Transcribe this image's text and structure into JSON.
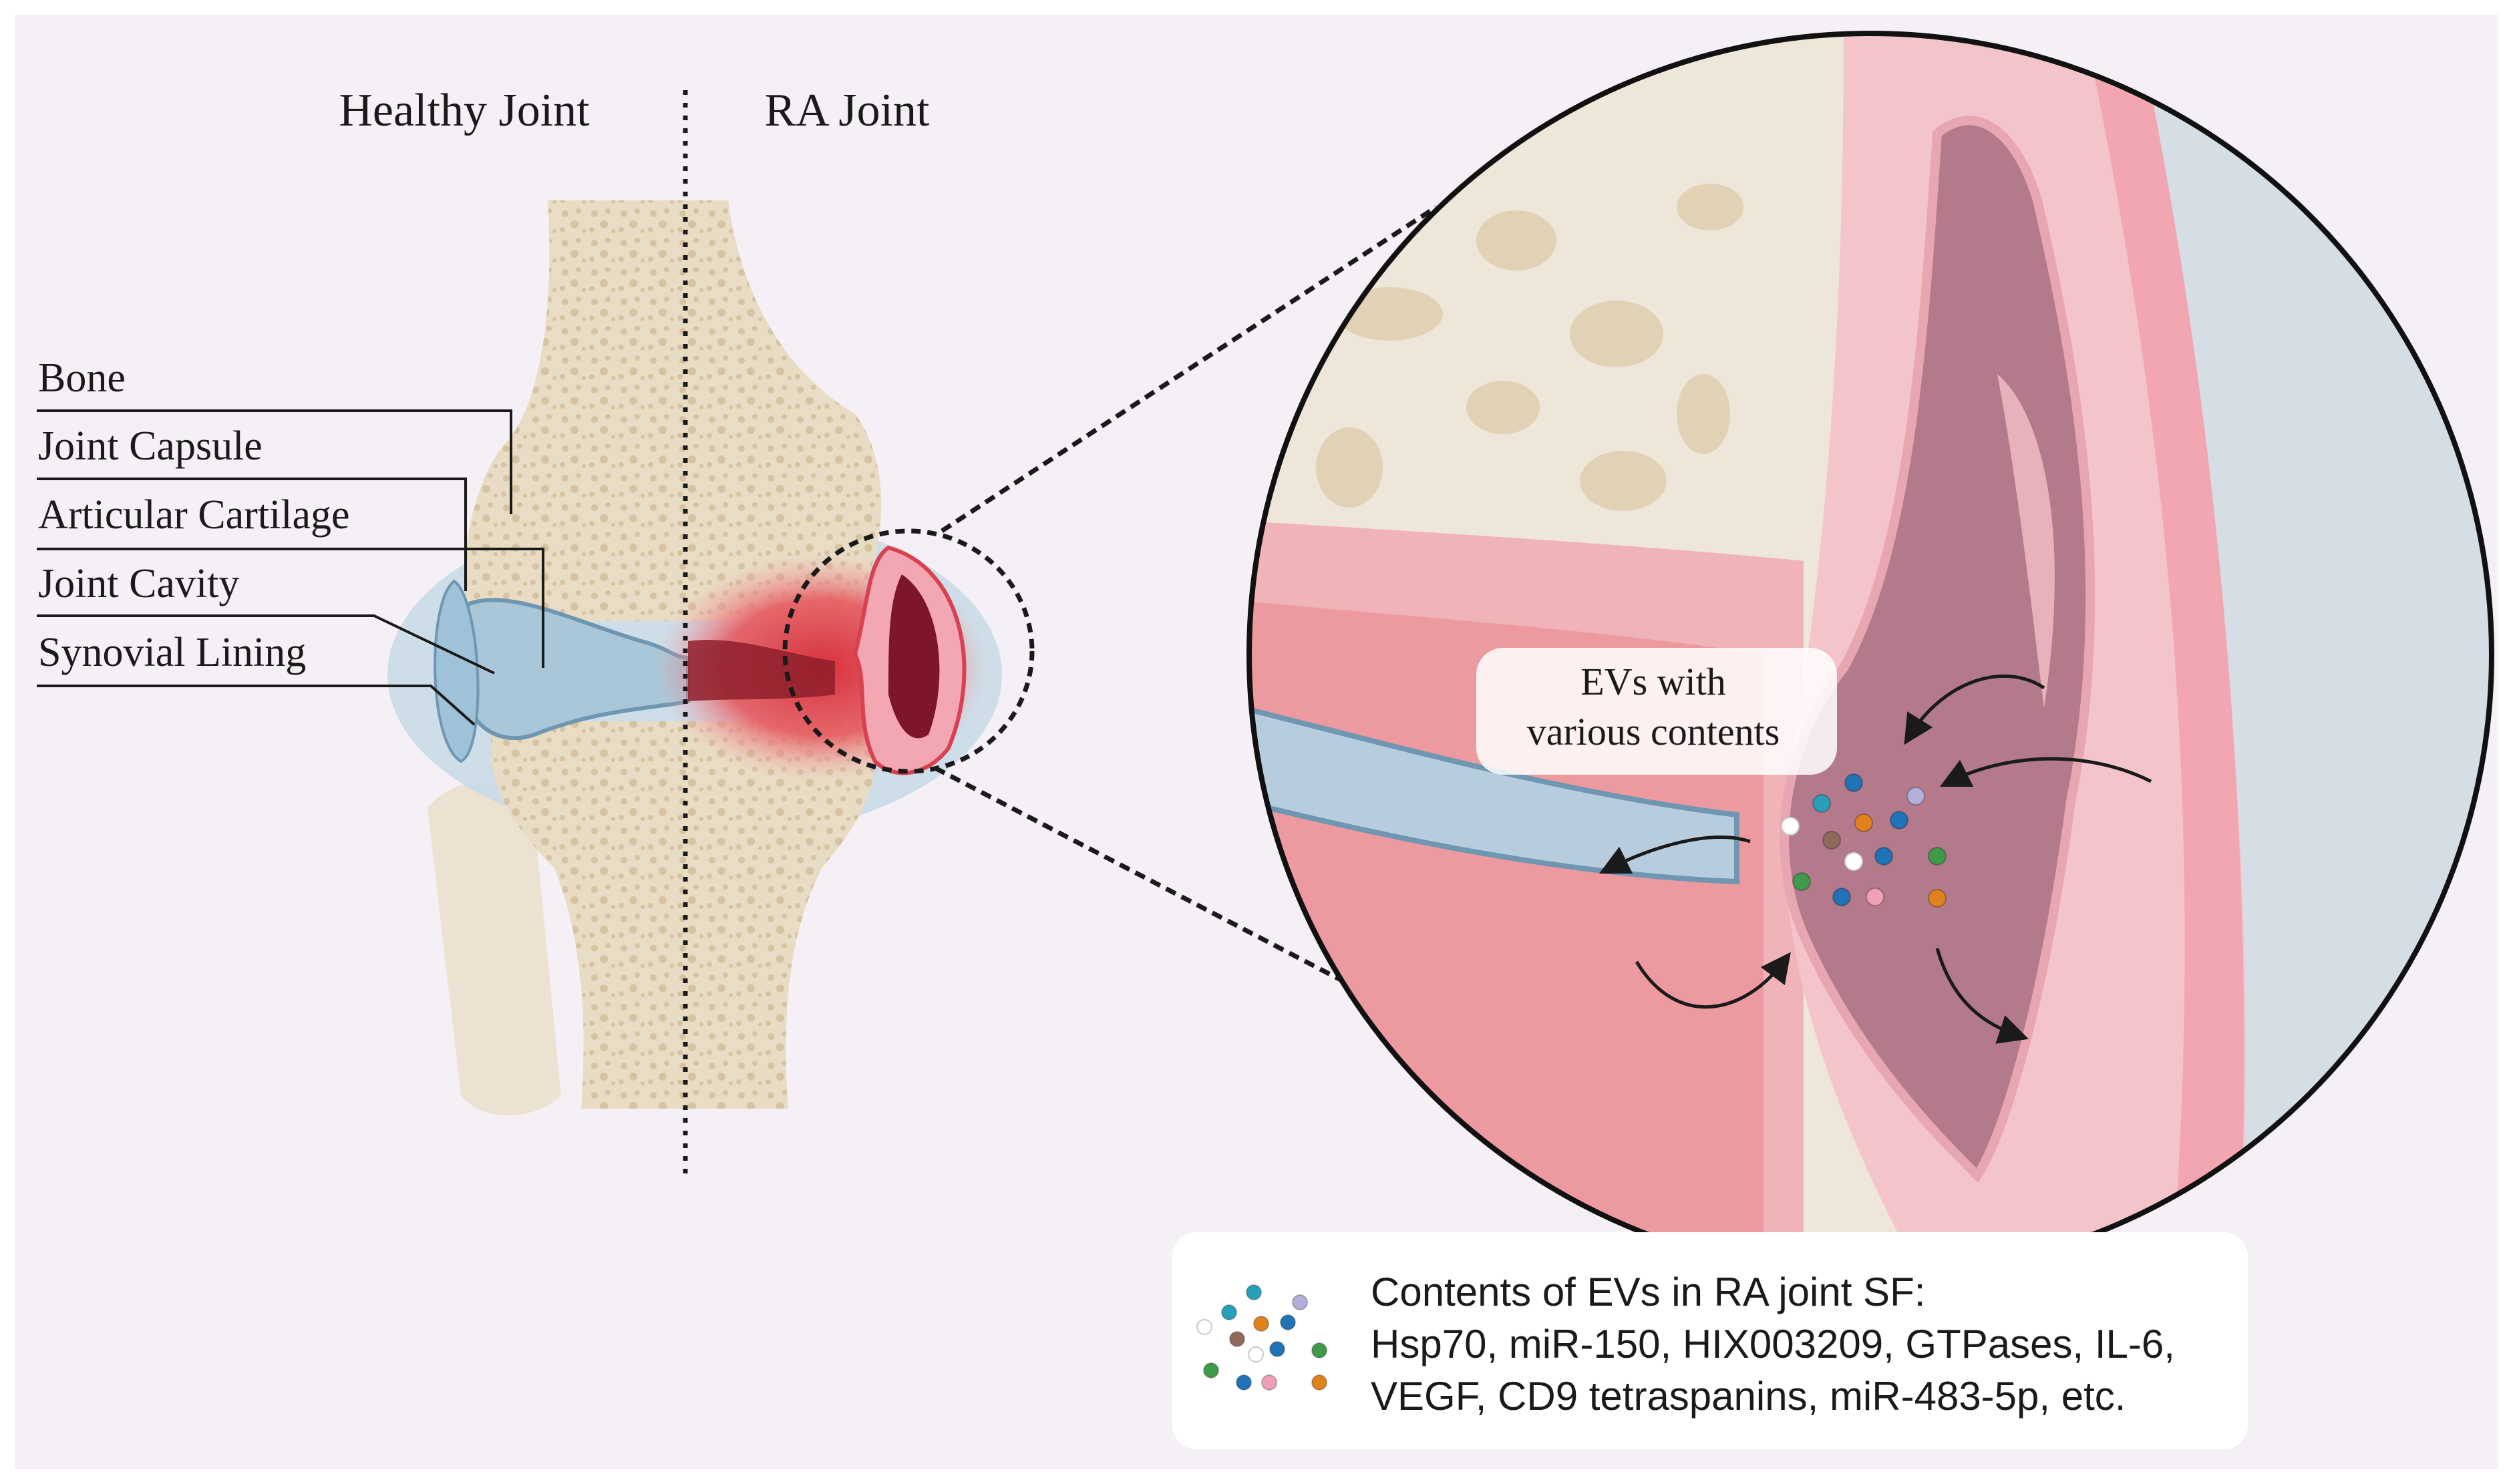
{
  "headings": {
    "healthy": "Healthy Joint",
    "ra": "RA Joint"
  },
  "labels": [
    "Bone",
    "Joint Capsule",
    "Articular Cartilage",
    "Joint Cavity",
    "Synovial Lining"
  ],
  "zoom_callout": {
    "line1": "EVs with",
    "line2": "various contents"
  },
  "legend": {
    "title": "Contents of EVs in RA joint SF:",
    "line1": "Hsp70, miR-150, HIX003209, GTPases, IL-6,",
    "line2": "VEGF, CD9 tetraspanins, miR-483-5p, etc."
  },
  "colors": {
    "background": "#f5f0f5",
    "bone": "#e8dcc4",
    "bone_pore": "#d8c6a6",
    "capsule": "#b9d3e3",
    "cartilage": "#a9c7d8",
    "inflamed": "#e2454d",
    "synovium": "#e7a7b5",
    "cavity": "#a76a7d",
    "ev_teal": "#2a9fb9",
    "ev_blue": "#1f73b6",
    "ev_orange": "#e0821c",
    "ev_green": "#3f9a4a",
    "ev_brown": "#8f6a5c",
    "ev_lavender": "#b2b0da",
    "ev_pink": "#f0a0b6",
    "ev_white": "#ffffff"
  }
}
